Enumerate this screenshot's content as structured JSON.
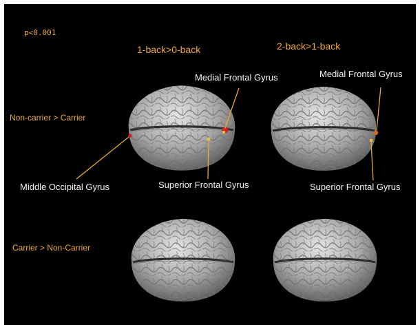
{
  "threshold": "p<0.001",
  "columns": {
    "left": "1-back>0-back",
    "right": "2-back>1-back"
  },
  "rows": {
    "top": "Non-carrier  >  Carrier",
    "bottom": "Carrier > Non-Carrier"
  },
  "annotations": {
    "left_medial_frontal": "Medial Frontal Gyrus",
    "left_middle_occipital": "Middle Occipital Gyrus",
    "left_superior_frontal": "Superior Frontal Gyrus",
    "right_medial_frontal": "Medial Frontal Gyrus",
    "right_superior_frontal": "Superior Frontal Gyrus"
  },
  "colors": {
    "background": "#000000",
    "header_text": "#f0a830",
    "annotation_text": "#f2f2f2",
    "leader_line": "#f0a830",
    "brain": "#a9a9a9",
    "activation_red": "#d42020",
    "activation_yellow": "#e8c040"
  }
}
